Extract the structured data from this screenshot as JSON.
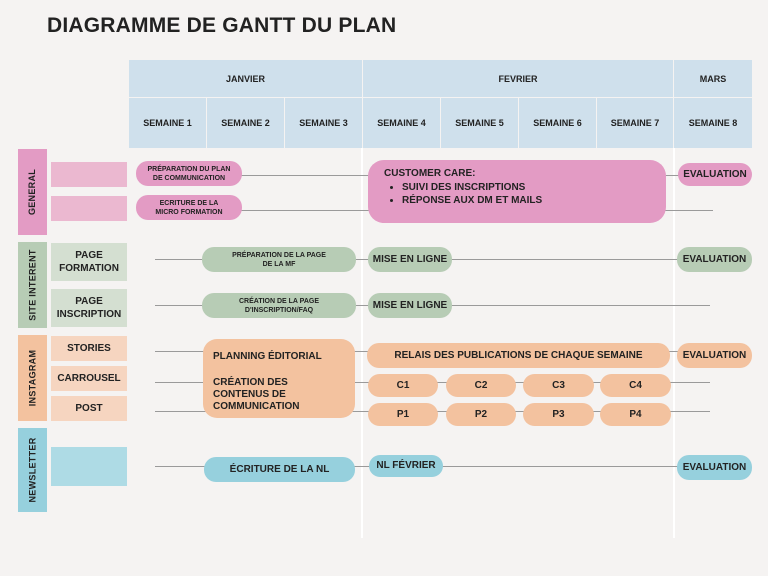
{
  "title": "DIAGRAMME DE GANTT DU PLAN",
  "months": [
    "JANVIER",
    "FEVRIER",
    "MARS"
  ],
  "weeks": [
    "SEMAINE 1",
    "SEMAINE 2",
    "SEMAINE 3",
    "SEMAINE 4",
    "SEMAINE 5",
    "SEMAINE 6",
    "SEMAINE 7",
    "SEMAINE 8"
  ],
  "sections": {
    "general": "GENERAL",
    "site": "SITE INTERENT",
    "instagram": "INSTAGRAM",
    "newsletter": "NEWSLETTER"
  },
  "rows": {
    "page_formation": "PAGE FORMATION",
    "page_inscription": "PAGE INSCRIPTION",
    "stories": "STORIES",
    "carrousel": "CARROUSEL",
    "post": "POST"
  },
  "tasks": {
    "prep_plan": "PRÉPARATION DU PLAN DE COMMUNICATION",
    "ecriture_mf": "ECRITURE DE LA MICRO FORMATION",
    "customer_care": "CUSTOMER CARE:",
    "cc_item1": "SUIVI DES INSCRIPTIONS",
    "cc_item2": "RÉPONSE AUX DM ET MAILS",
    "eval_general": "EVALUATION",
    "prep_page_mf": "PRÉPARATION DE LA PAGE DE LA MF",
    "mel_formation": "MISE EN LIGNE",
    "eval_site": "EVALUATION",
    "creation_page": "CRÉATION DE LA PAGE D'INSCRIPTION/FAQ",
    "mel_inscription": "MISE EN LIGNE",
    "planning": "PLANNING ÉDITORIAL",
    "creation_contenus": "CRÉATION DES CONTENUS DE COMMUNICATION",
    "relais": "RELAIS DES PUBLICATIONS DE CHAQUE SEMAINE",
    "eval_instagram": "EVALUATION",
    "c1": "C1",
    "c2": "C2",
    "c3": "C3",
    "c4": "C4",
    "p1": "P1",
    "p2": "P2",
    "p3": "P3",
    "p4": "P4",
    "ecriture_nl": "ÉCRITURE DE LA NL",
    "nl_fevrier": "NL FÉVRIER",
    "eval_newsletter": "EVALUATION"
  },
  "colors": {
    "background": "#f5f3f2",
    "header": "#cfe0ec",
    "general": "#e39bc4",
    "site": "#b7ccb5",
    "instagram": "#f3c29f",
    "newsletter": "#96d0dd"
  }
}
